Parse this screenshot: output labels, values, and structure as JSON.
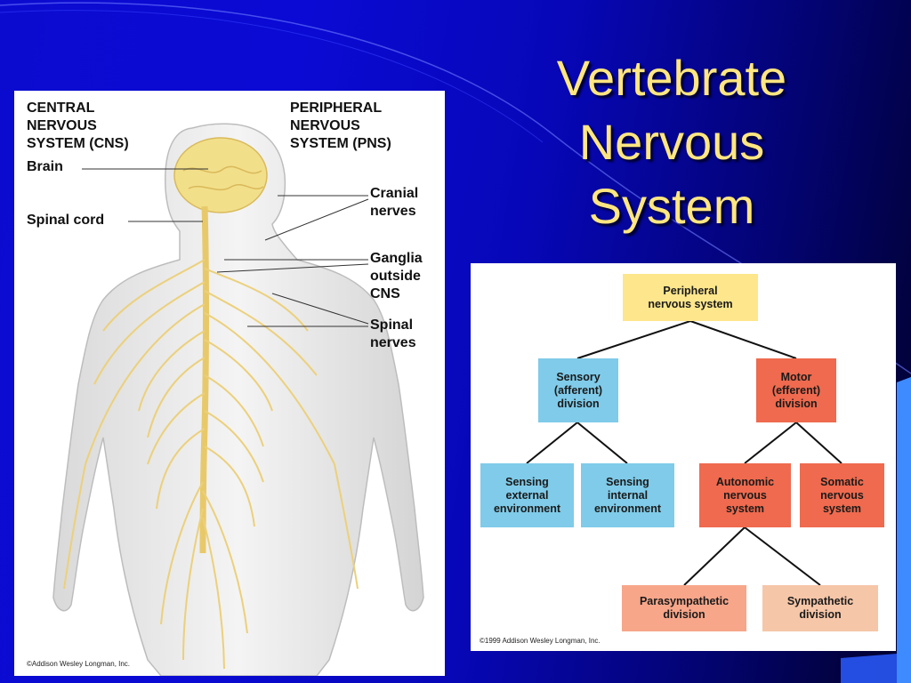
{
  "slide": {
    "title_lines": [
      "Vertebrate",
      "Nervous",
      "System"
    ]
  },
  "left_figure": {
    "cns_heading": "CENTRAL\nNERVOUS\nSYSTEM (CNS)",
    "pns_heading": "PERIPHERAL\nNERVOUS\nSYSTEM (PNS)",
    "labels": {
      "brain": "Brain",
      "spinal_cord": "Spinal cord",
      "cranial_nerves": "Cranial\nnerves",
      "ganglia": "Ganglia\noutside\nCNS",
      "spinal_nerves": "Spinal\nnerves"
    },
    "copyright": "©Addison Wesley Longman, Inc."
  },
  "right_figure": {
    "nodes": {
      "root": "Peripheral\nnervous system",
      "sensory": "Sensory\n(afferent)\ndivision",
      "motor": "Motor\n(efferent)\ndivision",
      "sensing_external": "Sensing\nexternal\nenvironment",
      "sensing_internal": "Sensing\ninternal\nenvironment",
      "autonomic": "Autonomic\nnervous\nsystem",
      "somatic": "Somatic\nnervous\nsystem",
      "parasympathetic": "Parasympathetic\ndivision",
      "sympathetic": "Sympathetic\ndivision"
    },
    "copyright": "©1999 Addison Wesley Longman, Inc."
  },
  "colors": {
    "background_blue": "#0a0ad4",
    "title_yellow": "#ffe680",
    "node_yellow": "#fde68c",
    "node_blue": "#7fcbe9",
    "node_red": "#ef6a4e",
    "node_peach": "#f7a68a",
    "node_light_peach": "#f6c6a8"
  }
}
